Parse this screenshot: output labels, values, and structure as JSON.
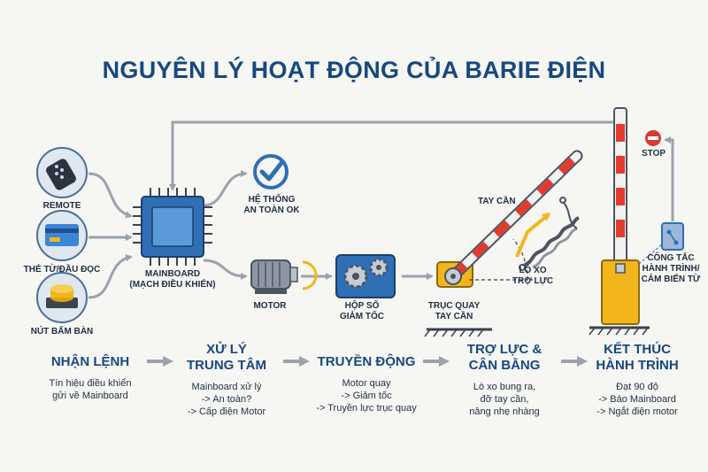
{
  "title": "NGUYÊN LÝ HOẠT ĐỘNG CỦA BARIE ĐIỆN",
  "inputs": {
    "remote": "REMOTE",
    "card": "THẺ TỪ/ĐẦU ĐỌC",
    "button": "NÚT BẤM BÀN"
  },
  "components": {
    "mainboard": [
      "MAINBOARD",
      "(MẠCH ĐIỀU KHIỂN)"
    ],
    "safety": [
      "HỆ THỐNG",
      "AN TOÀN OK"
    ],
    "motor": "MOTOR",
    "gearbox": [
      "HỘP SỐ",
      "GIẢM TỐC"
    ],
    "pivot": [
      "TRỤC QUAY",
      "TAY CẦN"
    ],
    "arm": "TAY CẦN",
    "spring": [
      "LÒ XO",
      "TRỢ LỰC"
    ],
    "stop": "STOP",
    "switch": [
      "CÔNG TẮC",
      "HÀNH TRÌNH/",
      "CẢM BIẾN TỪ"
    ]
  },
  "steps": [
    {
      "heading": [
        "NHẬN LỆNH"
      ],
      "desc": [
        "Tín hiệu điều khiển",
        "gửi về Mainboard"
      ]
    },
    {
      "heading": [
        "XỬ LÝ",
        "TRUNG TÂM"
      ],
      "desc": [
        "Mainboard xử lý",
        "-> An toàn?",
        "-> Cấp điện Motor"
      ]
    },
    {
      "heading": [
        "TRUYỀN ĐỘNG"
      ],
      "desc": [
        "Motor quay",
        "-> Giảm tốc",
        "-> Truyền lực trục quay"
      ]
    },
    {
      "heading": [
        "TRỢ LỰC &",
        "CÂN BẰNG"
      ],
      "desc": [
        "Lò xo bung ra,",
        "đỡ tay cần,",
        "nâng nhẹ nhàng"
      ]
    },
    {
      "heading": [
        "KẾT THÚC",
        "HÀNH TRÌNH"
      ],
      "desc": [
        "Đạt 90 độ",
        "-> Báo Mainboard",
        "-> Ngắt điện motor"
      ]
    }
  ],
  "colors": {
    "title": "#17487f",
    "text": "#1f2f43",
    "arrow": "#9aa3ad",
    "icon_blue": "#2d6fb7",
    "chip": "#2f6fb6",
    "barrier_yellow": "#f2b61c",
    "arm_red": "#e33b2e",
    "stop_red": "#d63b2f"
  }
}
